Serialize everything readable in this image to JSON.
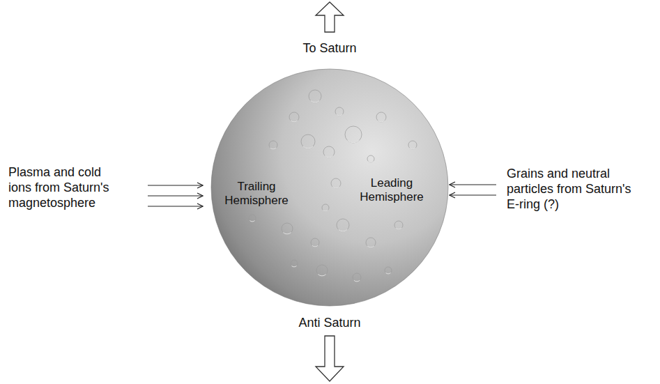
{
  "diagram": {
    "nodes": [
      {
        "text": [
          "Trailing Hemisphere",
          "Leading Hemisphere"
        ]
      }
    ],
    "labels": [
      "To Saturn",
      "Anti Saturn",
      "Plasma and cold ions from Saturn's magnetosphere",
      "Grains and neutral particles from Saturn's E-ring (?)"
    ]
  }
}
